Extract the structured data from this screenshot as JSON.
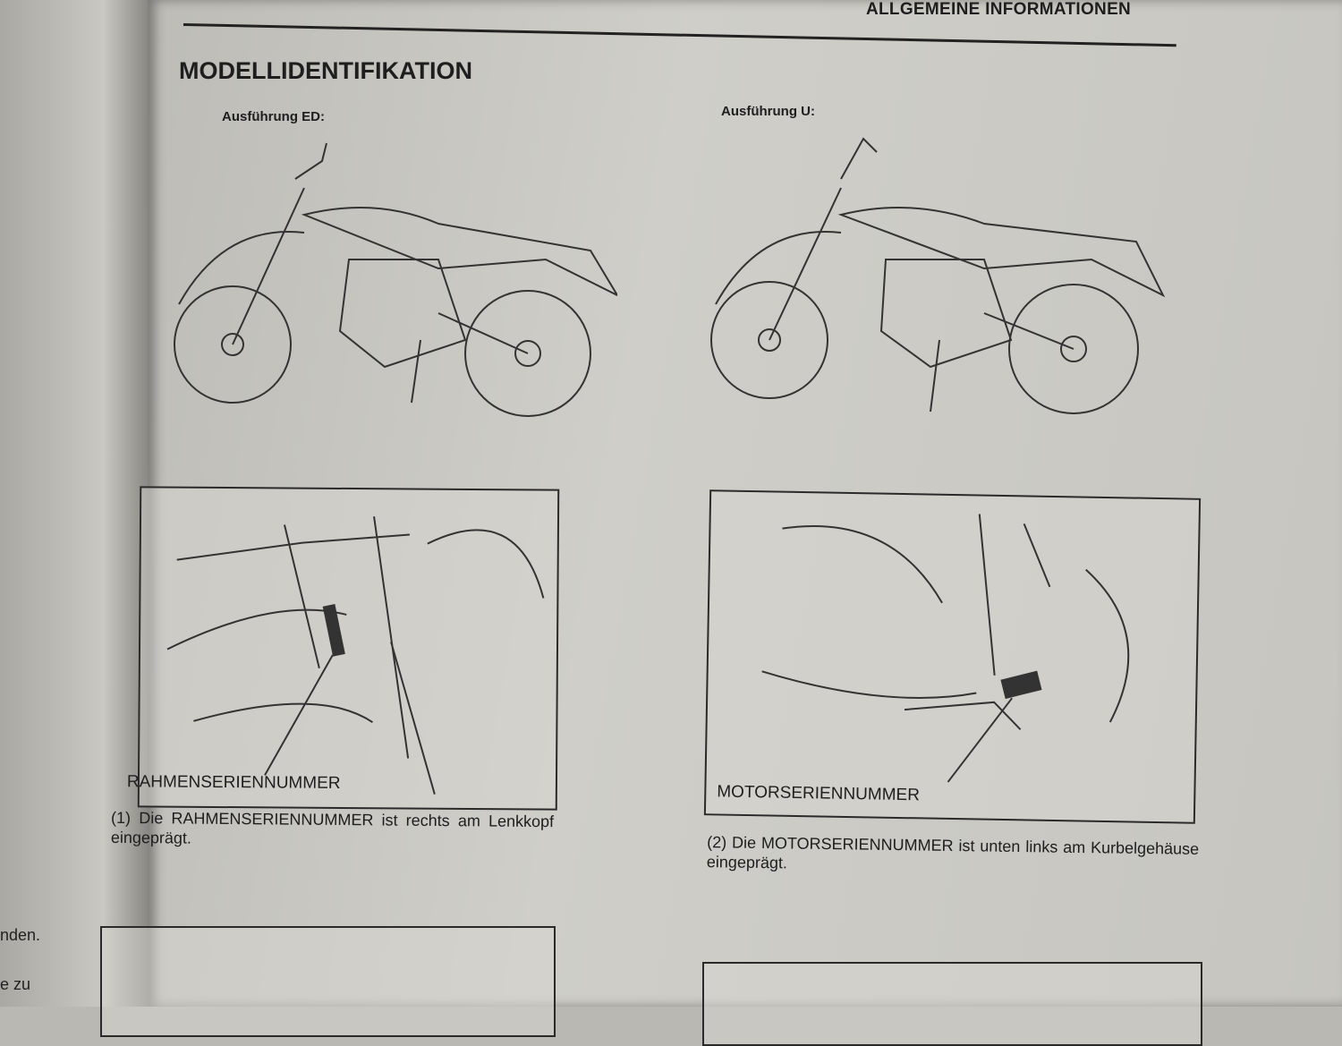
{
  "header": {
    "section": "ALLGEMEINE INFORMATIONEN"
  },
  "title": "MODELLIDENTIFIKATION",
  "left_page_fragments": [
    "nden.",
    "e zu"
  ],
  "variants": [
    {
      "label": "Ausführung ED:"
    },
    {
      "label": "Ausführung U:"
    }
  ],
  "figures": [
    {
      "label": "RAHMENSERIENNUMMER",
      "caption_num": "(1)",
      "caption": "Die RAHMENSERIENNUMMER ist rechts am Lenkkopf eingeprägt."
    },
    {
      "label": "MOTORSERIENNUMMER",
      "caption_num": "(2)",
      "caption": "Die MOTORSERIENNUMMER ist unten links am Kurbelgehäuse eingeprägt."
    }
  ]
}
